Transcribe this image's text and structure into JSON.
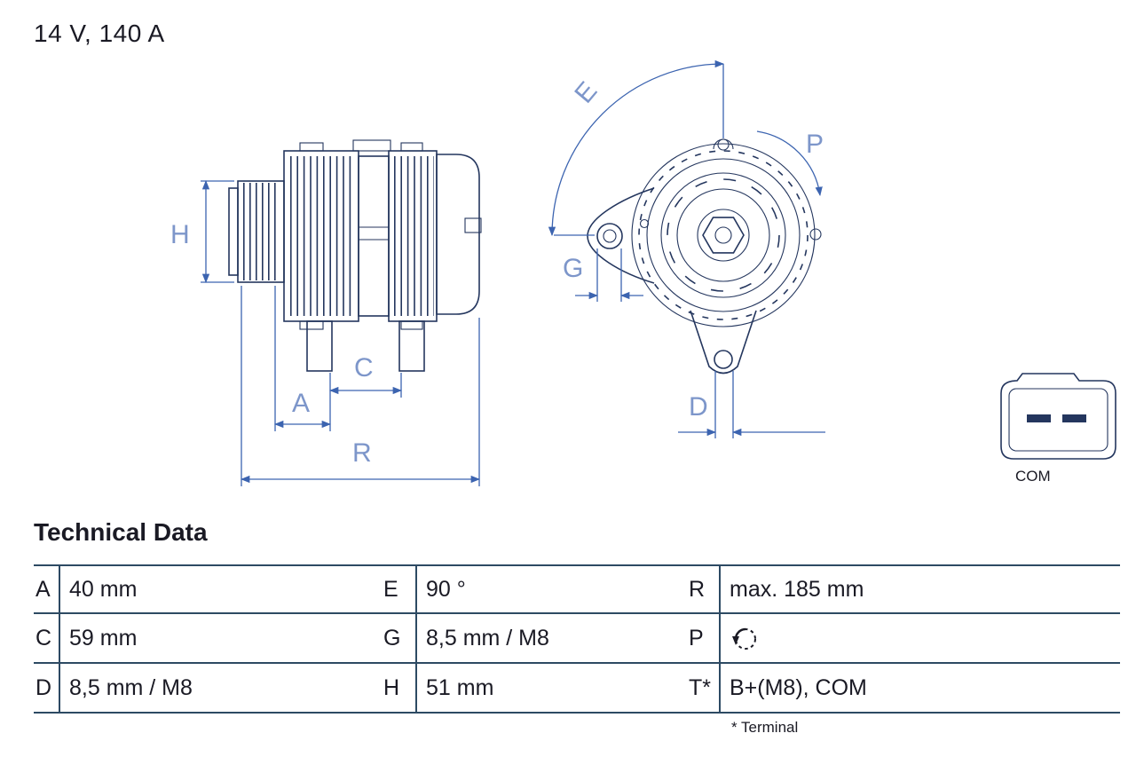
{
  "page": {
    "title": "14 V, 140 A"
  },
  "drawing": {
    "labels": {
      "H": "H",
      "A": "A",
      "C": "C",
      "R": "R",
      "E": "E",
      "G": "G",
      "P": "P",
      "D": "D"
    },
    "connector_label": "COM",
    "colors": {
      "outline": "#24365e",
      "dimension": "#3c64b0",
      "dimension_label": "#7d96ca"
    }
  },
  "table": {
    "heading": "Technical Data",
    "rows": [
      [
        {
          "label": "A",
          "value": "40 mm"
        },
        {
          "label": "E",
          "value": "90 °"
        },
        {
          "label": "R",
          "value": "max. 185 mm"
        }
      ],
      [
        {
          "label": "C",
          "value": "59 mm"
        },
        {
          "label": "G",
          "value": "8,5 mm / M8"
        },
        {
          "label": "P",
          "value_icon": "counterclockwise-rotation-icon"
        }
      ],
      [
        {
          "label": "D",
          "value": "8,5 mm / M8"
        },
        {
          "label": "H",
          "value": "51 mm"
        },
        {
          "label": "T*",
          "value": "B+(M8), COM"
        }
      ]
    ],
    "footnote": "* Terminal"
  }
}
